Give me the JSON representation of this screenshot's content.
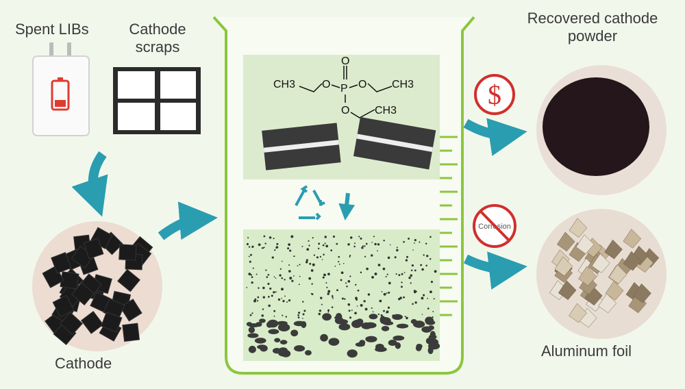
{
  "labels": {
    "spent_libs": "Spent LIBs",
    "cathode_scraps": "Cathode scraps",
    "cathode": "Cathode",
    "recovered_powder": "Recovered cathode powder",
    "aluminum_foil": "Aluminum foil"
  },
  "molecule": {
    "name_atoms": [
      "CH3",
      "O",
      "P",
      "O",
      "CH3",
      "O",
      "CH3",
      "O"
    ]
  },
  "signs": {
    "cost_symbol": "$",
    "corrosion_text": "Corrosion"
  },
  "colors": {
    "beaker": "#8cc63f",
    "arrow": "#2a9db0",
    "prohibit": "#d0302c",
    "panel": "#dcebcd"
  }
}
